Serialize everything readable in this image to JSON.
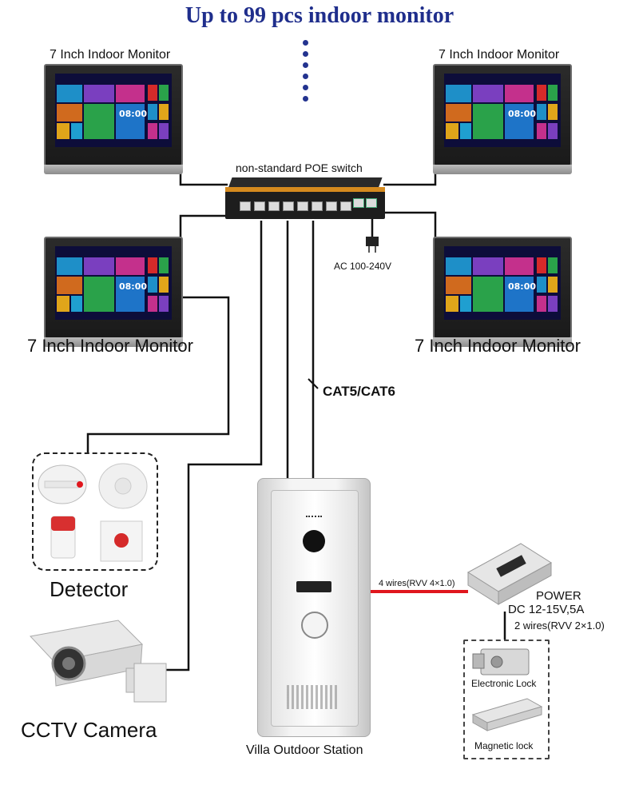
{
  "title": "Up to 99 pcs indoor monitor",
  "monitor_label": "7 Inch Indoor Monitor",
  "monitor_clock": "08:00",
  "switch_label": "non-standard POE switch",
  "ac_label": "AC 100-240V",
  "cable_label": "CAT5/CAT6",
  "detector_label": "Detector",
  "cctv_label": "CCTV Camera",
  "outdoor_label": "Villa Outdoor Station",
  "wires4_label": "4 wires(RVV 4×1.0)",
  "power_label": "POWER",
  "power_spec": "DC 12-15V,5A",
  "wires2_label": "2 wires(RVV 2×1.0)",
  "elock_label": "Electronic Lock",
  "mlock_label": "Magnetic lock",
  "colors": {
    "title": "#1f2e8c",
    "red_wire": "#e0161d",
    "switch_accent": "#d58a1e"
  }
}
